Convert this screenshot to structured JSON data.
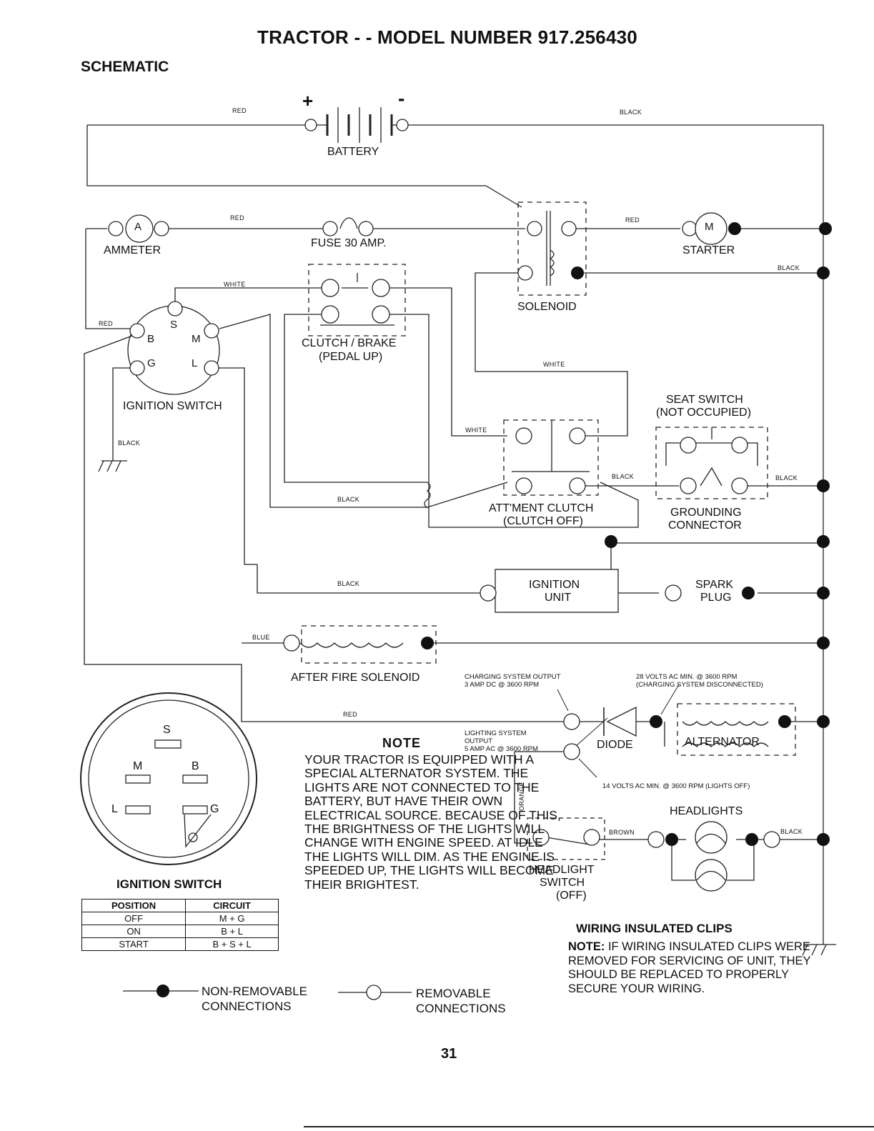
{
  "header": {
    "title": "TRACTOR - - MODEL NUMBER 917.256430",
    "section": "SCHEMATIC"
  },
  "components": {
    "battery": "BATTERY",
    "battery_plus": "+",
    "battery_minus": "-",
    "ammeter": "AMMETER",
    "ammeter_symbol": "A",
    "fuse": "FUSE 30 AMP.",
    "starter": "STARTER",
    "starter_symbol": "M",
    "solenoid": "SOLENOID",
    "clutch_brake_1": "CLUTCH / BRAKE",
    "clutch_brake_2": "(PEDAL UP)",
    "ignition_switch": "IGNITION SWITCH",
    "seat_switch_1": "SEAT SWITCH",
    "seat_switch_2": "(NOT OCCUPIED)",
    "attment_clutch_1": "ATT'MENT CLUTCH",
    "attment_clutch_2": "(CLUTCH OFF)",
    "grounding_1": "GROUNDING",
    "grounding_2": "CONNECTOR",
    "ignition_unit_1": "IGNITION",
    "ignition_unit_2": "UNIT",
    "spark_plug_1": "SPARK",
    "spark_plug_2": "PLUG",
    "after_fire": "AFTER FIRE SOLENOID",
    "diode": "DIODE",
    "alternator": "ALTERNATOR",
    "headlights": "HEADLIGHTS",
    "headlight_switch_1": "HEADLIGHT",
    "headlight_switch_2": "SWITCH",
    "headlight_switch_3": "(OFF)",
    "switch_terminals": {
      "b": "B",
      "s": "S",
      "m": "M",
      "g": "G",
      "l": "L"
    }
  },
  "wires": {
    "red": "RED",
    "black": "BLACK",
    "white": "WHITE",
    "blue": "BLUE",
    "brown": "BROWN",
    "orange": "ORANGE"
  },
  "specs": {
    "charging_1": "CHARGING SYSTEM OUTPUT",
    "charging_2": "3 AMP DC @ 3600 RPM",
    "volts28_1": "28 VOLTS AC MIN. @ 3600 RPM",
    "volts28_2": "(CHARGING SYSTEM DISCONNECTED)",
    "lighting_1": "LIGHTING SYSTEM",
    "lighting_2": "OUTPUT",
    "lighting_3": "5 AMP AC @ 3600 RPM",
    "volts14": "14 VOLTS AC MIN. @ 3600 RPM (LIGHTS OFF)"
  },
  "note": {
    "heading": "NOTE",
    "body": "YOUR TRACTOR IS EQUIPPED WITH A SPECIAL ALTERNATOR SYSTEM. THE LIGHTS ARE NOT CONNECTED TO THE BATTERY, BUT HAVE THEIR OWN ELECTRICAL SOURCE. BECAUSE OF THIS, THE BRIGHTNESS OF THE LIGHTS WILL CHANGE WITH ENGINE SPEED. AT IDLE THE LIGHTS WILL DIM. AS THE ENGINE IS SPEEDED UP, THE LIGHTS WILL BECOME THEIR BRIGHTEST."
  },
  "ignition_table": {
    "title": "IGNITION SWITCH",
    "headers": [
      "POSITION",
      "CIRCUIT"
    ],
    "rows": [
      [
        "OFF",
        "M + G"
      ],
      [
        "ON",
        "B + L"
      ],
      [
        "START",
        "B + S + L"
      ]
    ],
    "face_labels": {
      "s": "S",
      "m": "M",
      "b": "B",
      "l": "L",
      "g": "G"
    }
  },
  "legend": {
    "non_removable_1": "NON-REMOVABLE",
    "non_removable_2": "CONNECTIONS",
    "removable_1": "REMOVABLE",
    "removable_2": "CONNECTIONS"
  },
  "clips": {
    "heading": "WIRING INSULATED CLIPS",
    "note_label": "NOTE:",
    "body": "IF WIRING INSULATED CLIPS WERE REMOVED FOR SERVICING OF UNIT, THEY SHOULD BE REPLACED TO PROPERLY SECURE YOUR WIRING."
  },
  "page_number": "31"
}
